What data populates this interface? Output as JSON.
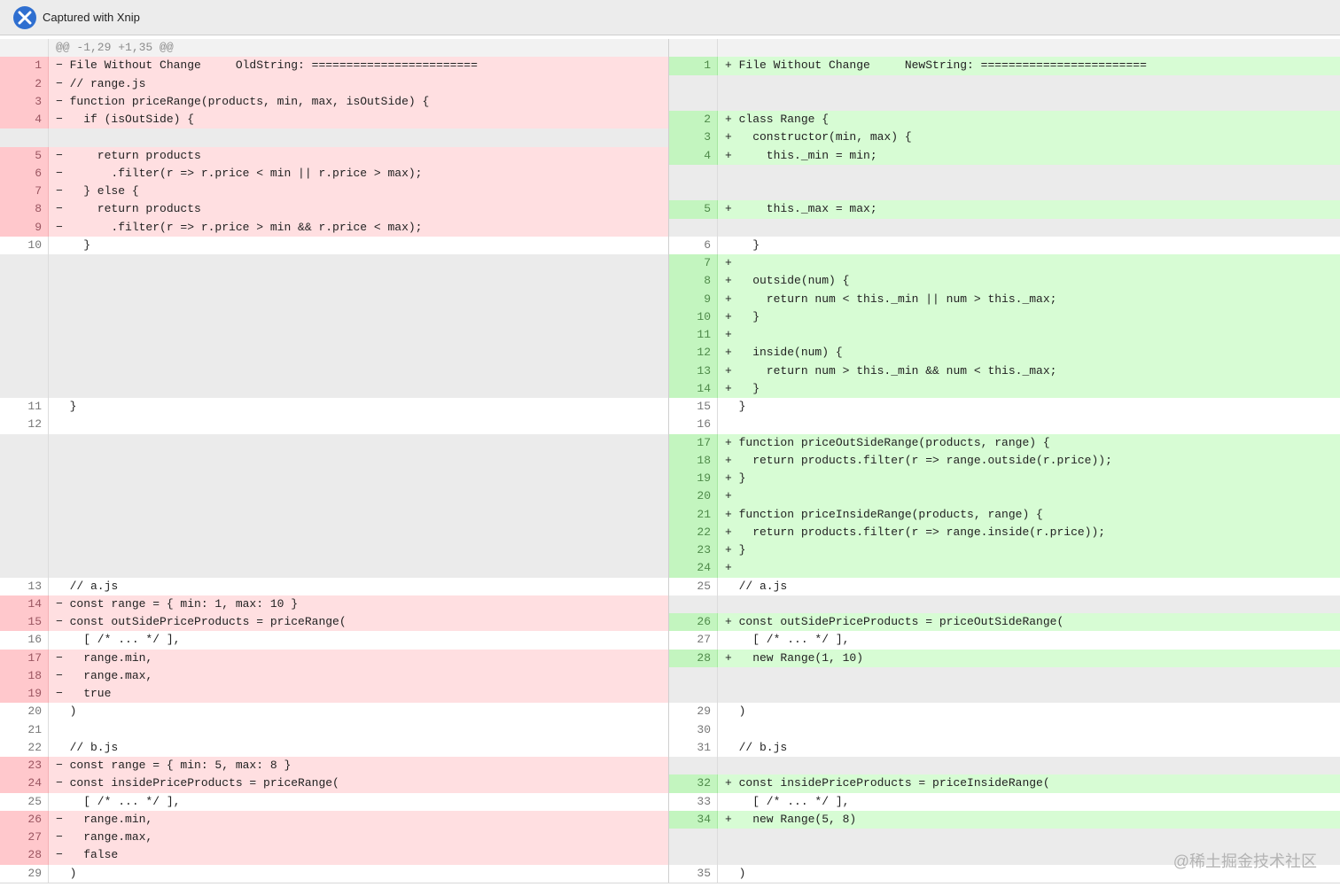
{
  "window": {
    "title": "Captured with Xnip"
  },
  "icons": {
    "app": "xnip-app-icon"
  },
  "colors": {
    "deleted_bg": "#ffdfe1",
    "deleted_gutter": "#ffc8cc",
    "added_bg": "#d7fcd4",
    "added_gutter": "#c3f5bf",
    "empty_bg": "#ebebeb"
  },
  "left": [
    {
      "t": "hunk",
      "n": "",
      "c": "@@ -1,29 +1,35 @@"
    },
    {
      "t": "del",
      "n": "1",
      "c": "− File Without Change     OldString: ========================"
    },
    {
      "t": "del",
      "n": "2",
      "c": "− // range.js"
    },
    {
      "t": "del",
      "n": "3",
      "c": "− function priceRange(products, min, max, isOutSide) {"
    },
    {
      "t": "del",
      "n": "4",
      "c": "−   if (isOutSide) {"
    },
    {
      "t": "empty",
      "n": "",
      "c": ""
    },
    {
      "t": "del",
      "n": "5",
      "c": "−     return products"
    },
    {
      "t": "del",
      "n": "6",
      "c": "−       .filter(r => r.price < min || r.price > max);"
    },
    {
      "t": "del",
      "n": "7",
      "c": "−   } else {"
    },
    {
      "t": "del",
      "n": "8",
      "c": "−     return products"
    },
    {
      "t": "del",
      "n": "9",
      "c": "−       .filter(r => r.price > min && r.price < max);"
    },
    {
      "t": "ctx",
      "n": "10",
      "c": "    }"
    },
    {
      "t": "empty",
      "n": "",
      "c": ""
    },
    {
      "t": "empty",
      "n": "",
      "c": ""
    },
    {
      "t": "empty",
      "n": "",
      "c": ""
    },
    {
      "t": "empty",
      "n": "",
      "c": ""
    },
    {
      "t": "empty",
      "n": "",
      "c": ""
    },
    {
      "t": "empty",
      "n": "",
      "c": ""
    },
    {
      "t": "empty",
      "n": "",
      "c": ""
    },
    {
      "t": "empty",
      "n": "",
      "c": ""
    },
    {
      "t": "ctx",
      "n": "11",
      "c": "  }"
    },
    {
      "t": "ctx",
      "n": "12",
      "c": ""
    },
    {
      "t": "empty",
      "n": "",
      "c": ""
    },
    {
      "t": "empty",
      "n": "",
      "c": ""
    },
    {
      "t": "empty",
      "n": "",
      "c": ""
    },
    {
      "t": "empty",
      "n": "",
      "c": ""
    },
    {
      "t": "empty",
      "n": "",
      "c": ""
    },
    {
      "t": "empty",
      "n": "",
      "c": ""
    },
    {
      "t": "empty",
      "n": "",
      "c": ""
    },
    {
      "t": "empty",
      "n": "",
      "c": ""
    },
    {
      "t": "ctx",
      "n": "13",
      "c": "  // a.js"
    },
    {
      "t": "del",
      "n": "14",
      "c": "− const range = { min: 1, max: 10 }"
    },
    {
      "t": "del",
      "n": "15",
      "c": "− const outSidePriceProducts = priceRange("
    },
    {
      "t": "ctx",
      "n": "16",
      "c": "    [ /* ... */ ],"
    },
    {
      "t": "del",
      "n": "17",
      "c": "−   range.min,"
    },
    {
      "t": "del",
      "n": "18",
      "c": "−   range.max,"
    },
    {
      "t": "del",
      "n": "19",
      "c": "−   true"
    },
    {
      "t": "ctx",
      "n": "20",
      "c": "  )"
    },
    {
      "t": "ctx",
      "n": "21",
      "c": ""
    },
    {
      "t": "ctx",
      "n": "22",
      "c": "  // b.js"
    },
    {
      "t": "del",
      "n": "23",
      "c": "− const range = { min: 5, max: 8 }"
    },
    {
      "t": "del",
      "n": "24",
      "c": "− const insidePriceProducts = priceRange("
    },
    {
      "t": "ctx",
      "n": "25",
      "c": "    [ /* ... */ ],"
    },
    {
      "t": "del",
      "n": "26",
      "c": "−   range.min,"
    },
    {
      "t": "del",
      "n": "27",
      "c": "−   range.max,"
    },
    {
      "t": "del",
      "n": "28",
      "c": "−   false"
    },
    {
      "t": "ctx",
      "n": "29",
      "c": "  )"
    }
  ],
  "right": [
    {
      "t": "hunk",
      "n": "",
      "c": ""
    },
    {
      "t": "add",
      "n": "1",
      "c": "+ File Without Change     NewString: ========================"
    },
    {
      "t": "empty",
      "n": "",
      "c": ""
    },
    {
      "t": "empty",
      "n": "",
      "c": ""
    },
    {
      "t": "add",
      "n": "2",
      "c": "+ class Range {"
    },
    {
      "t": "add",
      "n": "3",
      "c": "+   constructor(min, max) {"
    },
    {
      "t": "add",
      "n": "4",
      "c": "+     this._min = min;"
    },
    {
      "t": "empty",
      "n": "",
      "c": ""
    },
    {
      "t": "empty",
      "n": "",
      "c": ""
    },
    {
      "t": "add",
      "n": "5",
      "c": "+     this._max = max;"
    },
    {
      "t": "empty",
      "n": "",
      "c": ""
    },
    {
      "t": "ctx",
      "n": "6",
      "c": "    }"
    },
    {
      "t": "add",
      "n": "7",
      "c": "+"
    },
    {
      "t": "add",
      "n": "8",
      "c": "+   outside(num) {"
    },
    {
      "t": "add",
      "n": "9",
      "c": "+     return num < this._min || num > this._max;"
    },
    {
      "t": "add",
      "n": "10",
      "c": "+   }"
    },
    {
      "t": "add",
      "n": "11",
      "c": "+"
    },
    {
      "t": "add",
      "n": "12",
      "c": "+   inside(num) {"
    },
    {
      "t": "add",
      "n": "13",
      "c": "+     return num > this._min && num < this._max;"
    },
    {
      "t": "add",
      "n": "14",
      "c": "+   }"
    },
    {
      "t": "ctx",
      "n": "15",
      "c": "  }"
    },
    {
      "t": "ctx",
      "n": "16",
      "c": ""
    },
    {
      "t": "add",
      "n": "17",
      "c": "+ function priceOutSideRange(products, range) {"
    },
    {
      "t": "add",
      "n": "18",
      "c": "+   return products.filter(r => range.outside(r.price));"
    },
    {
      "t": "add",
      "n": "19",
      "c": "+ }"
    },
    {
      "t": "add",
      "n": "20",
      "c": "+"
    },
    {
      "t": "add",
      "n": "21",
      "c": "+ function priceInsideRange(products, range) {"
    },
    {
      "t": "add",
      "n": "22",
      "c": "+   return products.filter(r => range.inside(r.price));"
    },
    {
      "t": "add",
      "n": "23",
      "c": "+ }"
    },
    {
      "t": "add",
      "n": "24",
      "c": "+"
    },
    {
      "t": "ctx",
      "n": "25",
      "c": "  // a.js"
    },
    {
      "t": "empty",
      "n": "",
      "c": ""
    },
    {
      "t": "add",
      "n": "26",
      "c": "+ const outSidePriceProducts = priceOutSideRange("
    },
    {
      "t": "ctx",
      "n": "27",
      "c": "    [ /* ... */ ],"
    },
    {
      "t": "add",
      "n": "28",
      "c": "+   new Range(1, 10)"
    },
    {
      "t": "empty",
      "n": "",
      "c": ""
    },
    {
      "t": "empty",
      "n": "",
      "c": ""
    },
    {
      "t": "ctx",
      "n": "29",
      "c": "  )"
    },
    {
      "t": "ctx",
      "n": "30",
      "c": ""
    },
    {
      "t": "ctx",
      "n": "31",
      "c": "  // b.js"
    },
    {
      "t": "empty",
      "n": "",
      "c": ""
    },
    {
      "t": "add",
      "n": "32",
      "c": "+ const insidePriceProducts = priceInsideRange("
    },
    {
      "t": "ctx",
      "n": "33",
      "c": "    [ /* ... */ ],"
    },
    {
      "t": "add",
      "n": "34",
      "c": "+   new Range(5, 8)"
    },
    {
      "t": "empty",
      "n": "",
      "c": ""
    },
    {
      "t": "empty",
      "n": "",
      "c": ""
    },
    {
      "t": "ctx",
      "n": "35",
      "c": "  )"
    }
  ],
  "watermark": "@稀土掘金技术社区"
}
